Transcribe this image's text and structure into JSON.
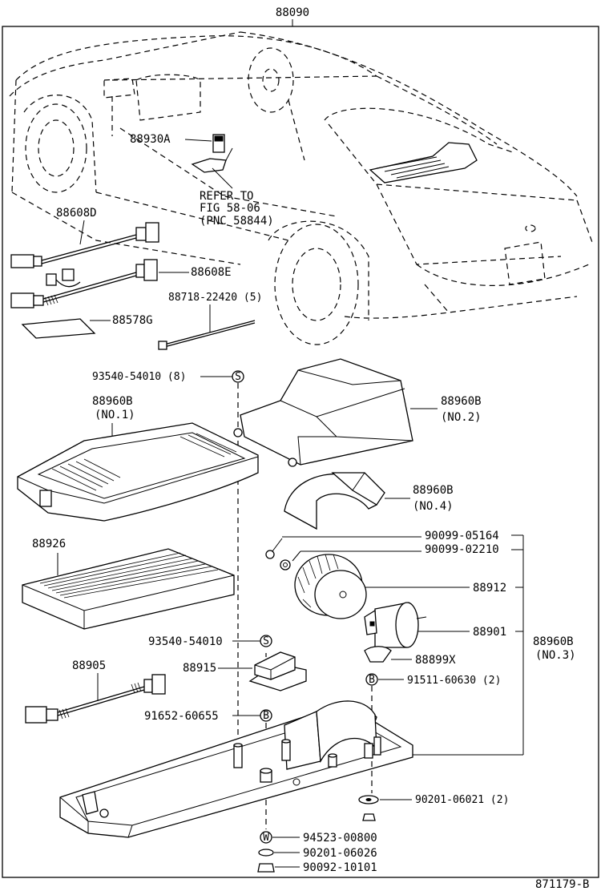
{
  "frame_label": "88090",
  "figure_id": "871179-B",
  "refer_note": [
    "REFER TO",
    "FIG 58-06",
    "(PNC 58844)"
  ],
  "parts": {
    "p88930A": "88930A",
    "p88608D": "88608D",
    "p88608E": "88608E",
    "p88718": "88718-22420 (5)",
    "p88578G": "88578G",
    "p93540_8": "93540-54010 (8)",
    "p88960B_1": "88960B",
    "p88960B_1_no": "(NO.1)",
    "p88960B_2": "88960B",
    "p88960B_2_no": "(NO.2)",
    "p88960B_4": "88960B",
    "p88960B_4_no": "(NO.4)",
    "p88926": "88926",
    "p90099_05164": "90099-05164",
    "p90099_02210": "90099-02210",
    "p88912": "88912",
    "p88901": "88901",
    "p88960B_3": "88960B",
    "p88960B_3_no": "(NO.3)",
    "p93540": "93540-54010",
    "p88899X": "88899X",
    "p88905": "88905",
    "p88915": "88915",
    "p91511": "91511-60630 (2)",
    "p91652": "91652-60655",
    "p90201_06021": "90201-06021 (2)",
    "p94523": "94523-00800",
    "p90201_06026": "90201-06026",
    "p90092": "90092-10101"
  },
  "symbols": {
    "s": "S",
    "b": "B",
    "w": "W"
  }
}
